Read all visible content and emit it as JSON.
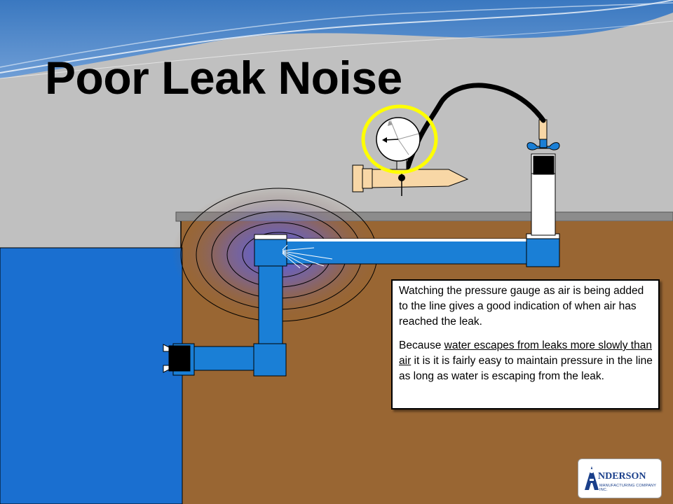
{
  "slide": {
    "title": "Poor Leak Noise"
  },
  "callout": {
    "paragraph1": "Watching the pressure gauge as air is being added to the line gives a good indication of when air has reached the leak.",
    "paragraph2_underlined": "water escapes from leaks more slowly than air",
    "paragraph2_before": "Because ",
    "paragraph2_after": " it is it is fairly easy to maintain pressure in the line as long as water is escaping from the leak."
  },
  "logo": {
    "name": "NDERSON",
    "subtitle": "MANUFACTURING COMPANY INC."
  },
  "colors": {
    "background": "#c0c0c0",
    "soil": "#996633",
    "pipe": "#1a7fd6",
    "water_tank": "#1a6fd0",
    "gauge_highlight": "#ffff00",
    "brand": "#1a3f8a"
  }
}
